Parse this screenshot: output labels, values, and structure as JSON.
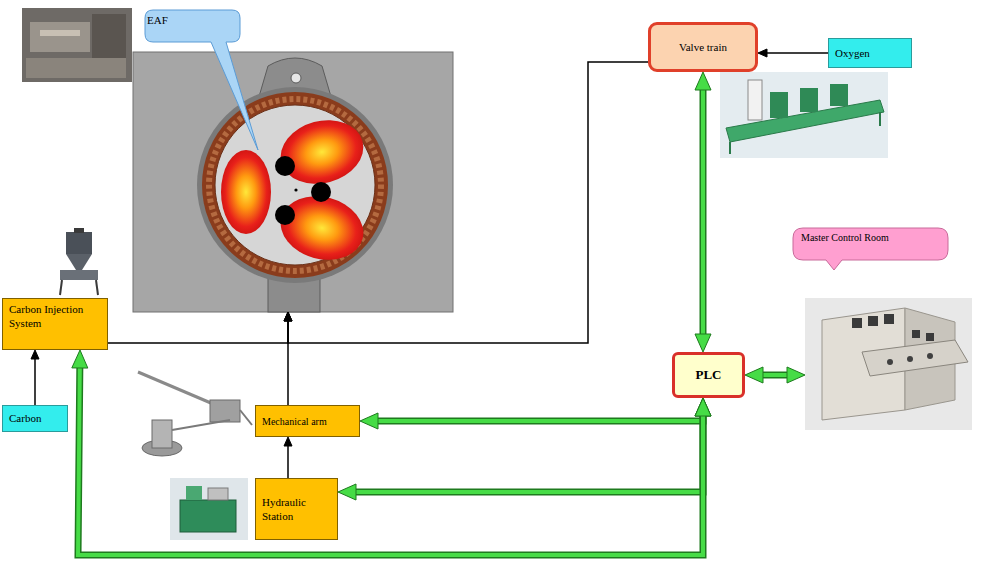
{
  "diagram": {
    "nodes": [
      {
        "text": [
          "EAF"
        ]
      },
      {
        "text": [
          "Valve train"
        ]
      },
      {
        "text": [
          "Oxygen"
        ]
      },
      {
        "text": [
          "Master Control Room"
        ]
      },
      {
        "text": [
          "Carbon Injection System"
        ]
      },
      {
        "text": [
          "PLC"
        ]
      },
      {
        "text": [
          "Carbon"
        ]
      },
      {
        "text": [
          "Mechanical arm"
        ]
      },
      {
        "text": [
          "Hydraulic Station"
        ]
      }
    ],
    "edges": [
      {
        "from": 2,
        "to": 1,
        "arrow": "to"
      },
      {
        "from": 1,
        "to": 0,
        "arrow": "to"
      },
      {
        "from": 4,
        "to": 0,
        "arrow": "to"
      },
      {
        "from": 7,
        "to": 0,
        "arrow": "to"
      },
      {
        "from": 6,
        "to": 4,
        "arrow": "to"
      },
      {
        "from": 8,
        "to": 7,
        "arrow": "to"
      },
      {
        "from": 1,
        "to": 5,
        "arrow": "both"
      },
      {
        "from": 5,
        "to": 3,
        "arrow": "both"
      },
      {
        "from": 7,
        "to": 5,
        "arrow": "both"
      },
      {
        "from": 8,
        "to": 5,
        "arrow": "both"
      },
      {
        "from": 4,
        "to": 5,
        "arrow": "both"
      }
    ]
  }
}
